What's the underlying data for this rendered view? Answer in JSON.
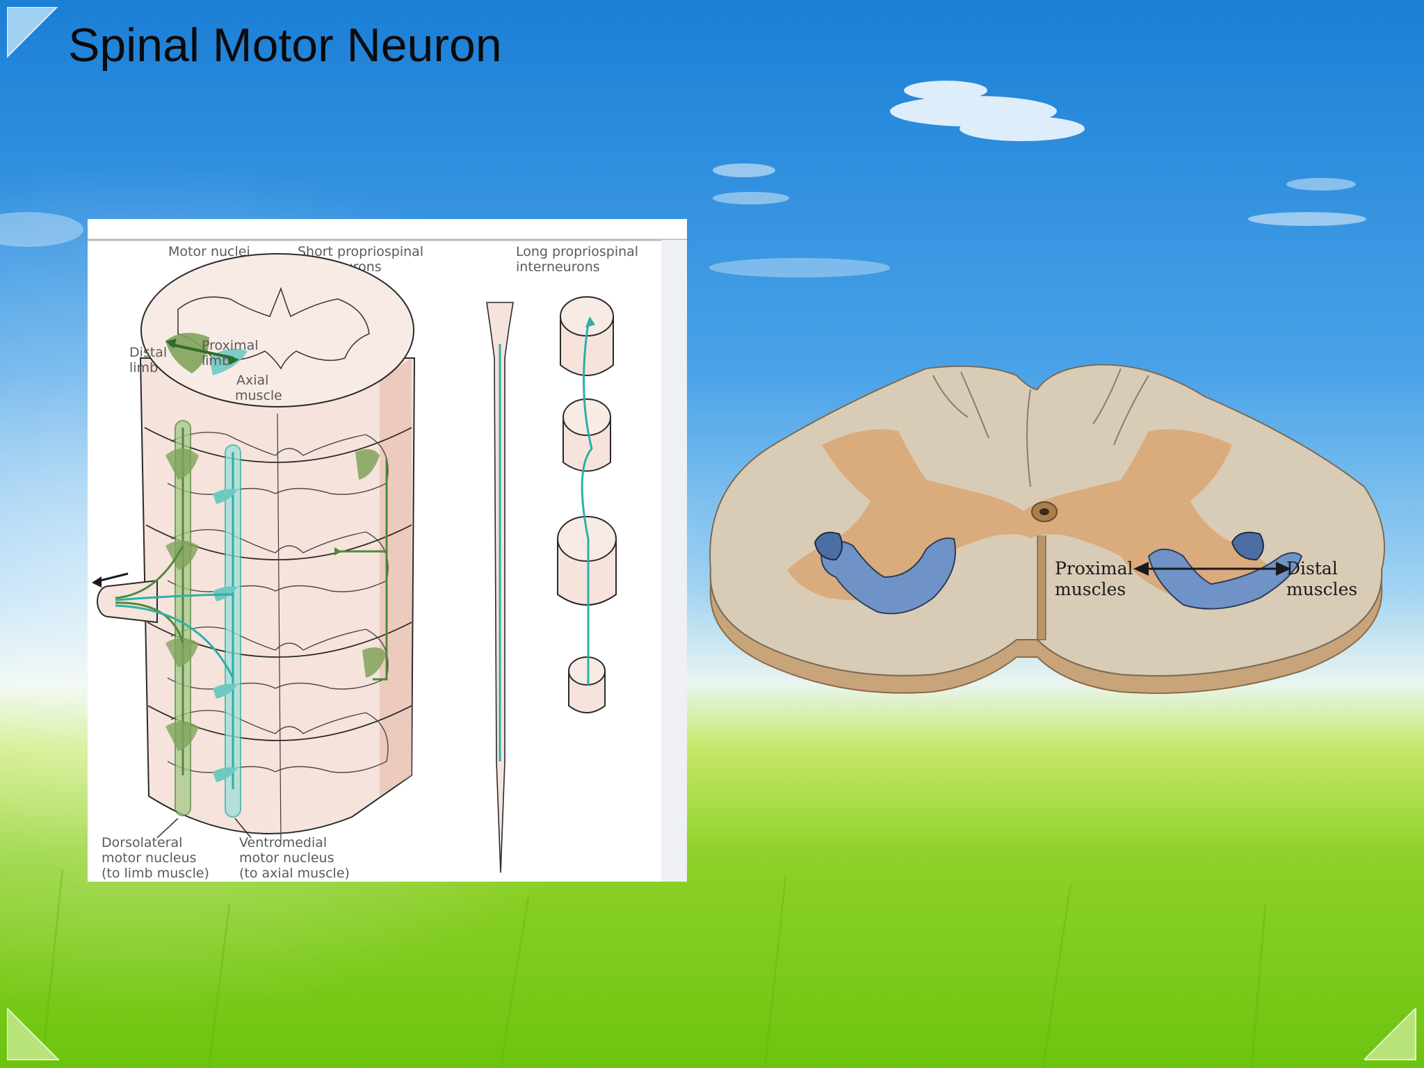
{
  "slide": {
    "title": "Spinal Motor Neuron"
  },
  "left_figure": {
    "headers": {
      "motor_nuclei": "Motor nuclei",
      "short_line1": "Short propriospinal",
      "short_line2": "interneurons",
      "long_line1": "Long propriospinal",
      "long_line2": "interneurons"
    },
    "labels": {
      "distal_line1": "Distal",
      "distal_line2": "limb",
      "proximal_line1": "Proximal",
      "proximal_line2": "limb",
      "axial_line1": "Axial",
      "axial_line2": "muscle"
    },
    "bottom_labels": {
      "dorsolateral_line1": "Dorsolateral",
      "dorsolateral_line2": "motor nucleus",
      "dorsolateral_line3": "(to limb muscle)",
      "ventromedial_line1": "Ventromedial",
      "ventromedial_line2": "motor nucleus",
      "ventromedial_line3": "(to axial muscle)"
    }
  },
  "right_figure": {
    "proximal_line1": "Proximal",
    "proximal_line2": "muscles",
    "distal_line1": "Distal",
    "distal_line2": "muscles"
  },
  "colors": {
    "dorsolateral_green": "#4e8a3a",
    "ventromedial_teal": "#2bb0a6",
    "cord_pink": "#f6e3dc",
    "grey_matter_orange": "#d9a777",
    "arm_blue": "#6f93c7"
  }
}
